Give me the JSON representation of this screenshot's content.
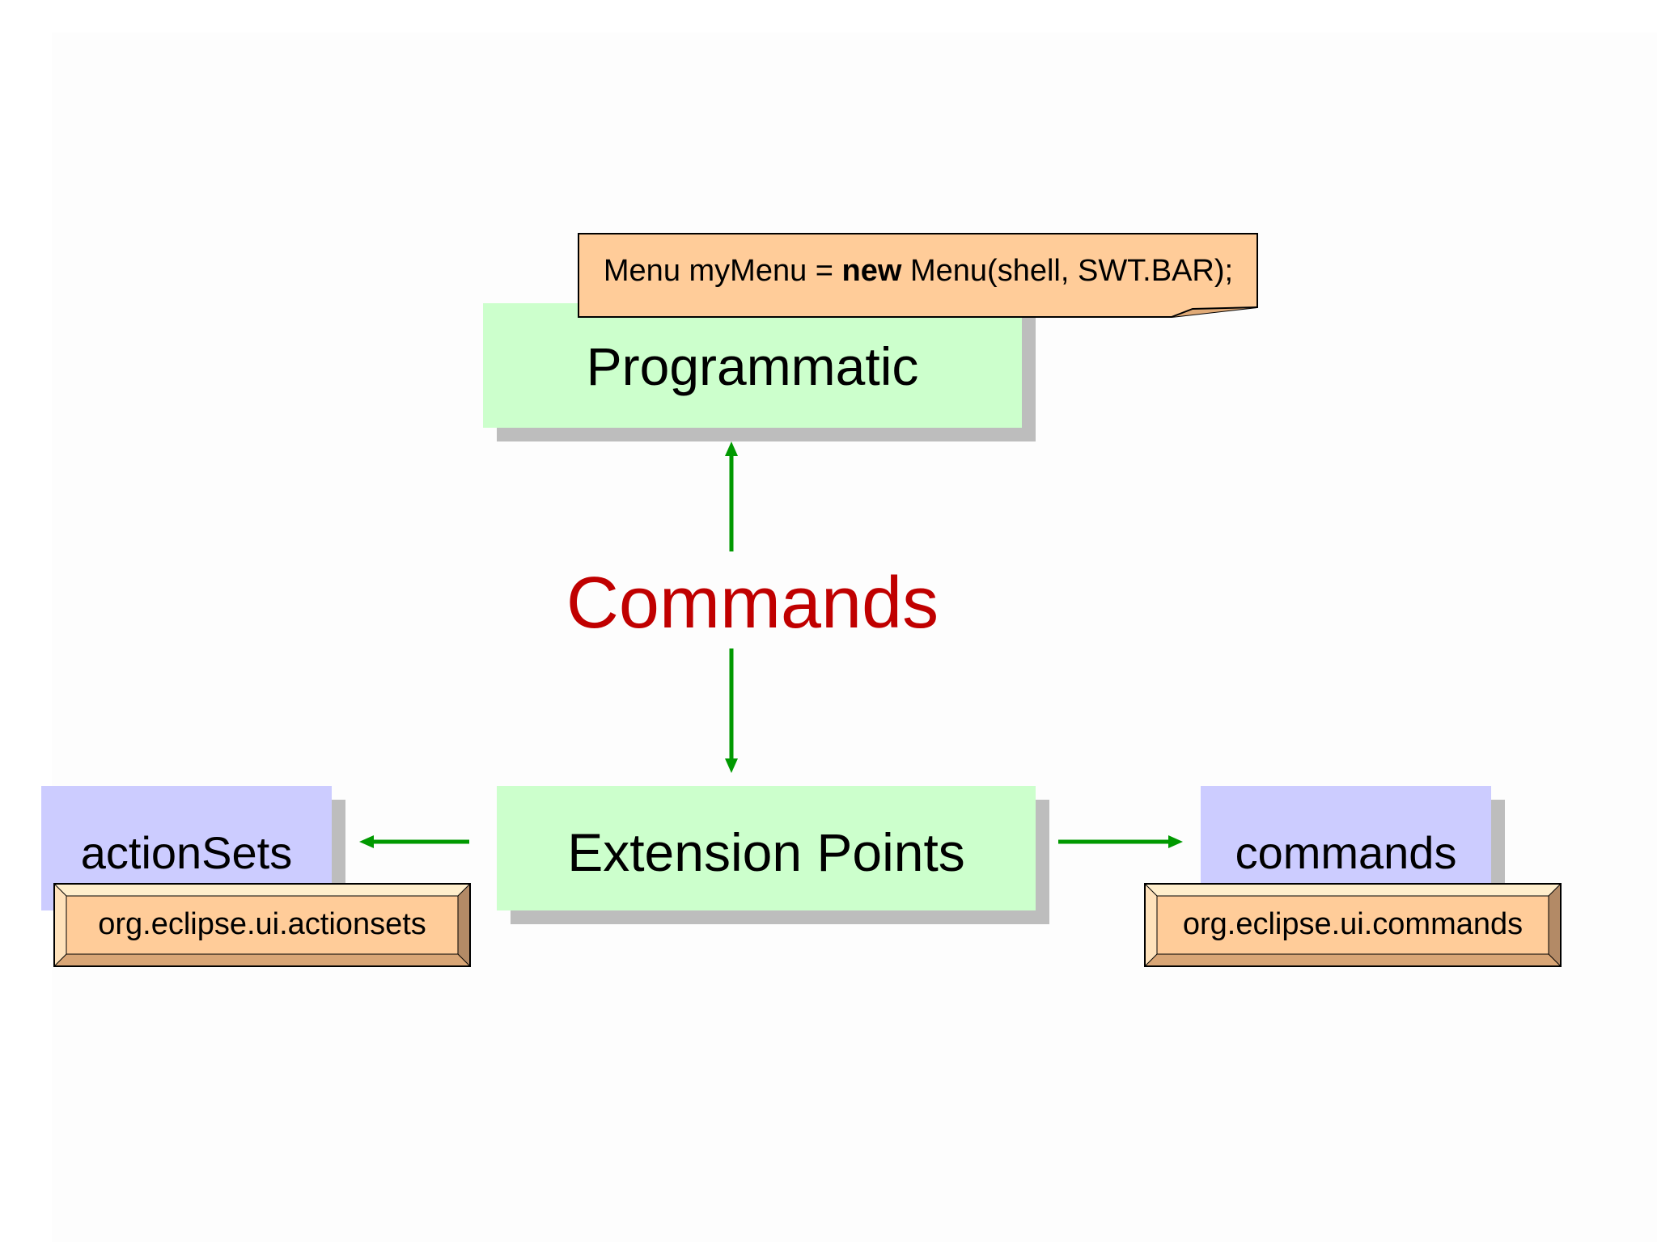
{
  "code_note": {
    "prefix": "Menu myMenu = ",
    "keyword": "new",
    "suffix": " Menu(shell, SWT.BAR);"
  },
  "nodes": {
    "programmatic": "Programmatic",
    "commands_title": "Commands",
    "extension_points": "Extension Points",
    "action_sets": "actionSets",
    "commands": "commands"
  },
  "extension_ids": {
    "action_sets": "org.eclipse.ui.actionsets",
    "commands": "org.eclipse.ui.commands"
  },
  "colors": {
    "green_box": "#ccffcc",
    "lilac_box": "#ccccff",
    "note_fill": "#ffcc99",
    "arrow": "#009900",
    "title": "#c00000"
  }
}
